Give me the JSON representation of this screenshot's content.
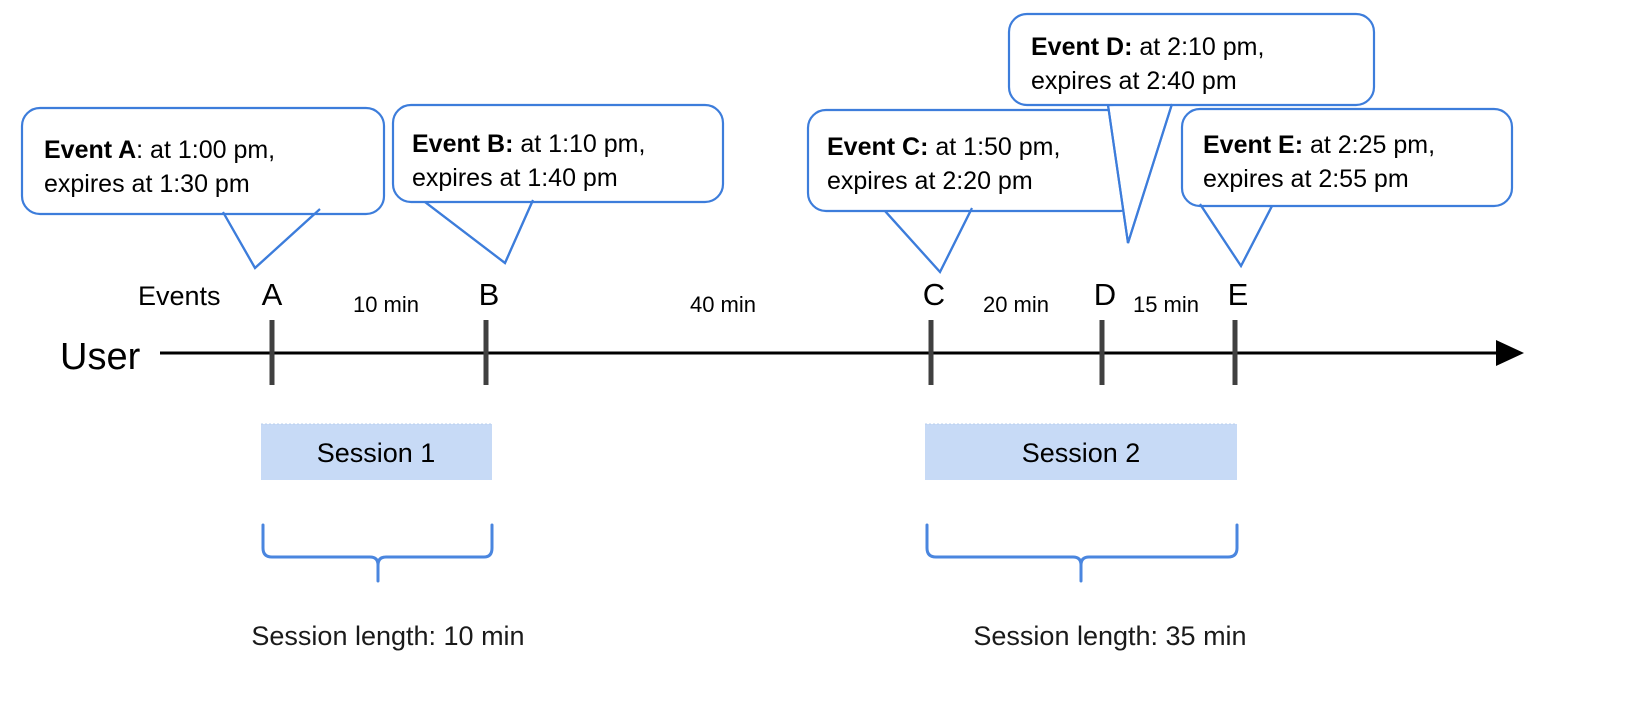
{
  "diagram": {
    "title": "User session timeline with events",
    "colors": {
      "callout_stroke": "#3d7ddb",
      "session_fill": "#c7daf6",
      "brace_stroke": "#4a86df",
      "axis": "#000000",
      "tick": "#404040",
      "background": "#ffffff"
    },
    "row_labels": {
      "user": "User",
      "events": "Events"
    },
    "callouts": [
      {
        "id": "event-a",
        "lead": "Event A",
        "separator": ":",
        "line1_rest": " at 1:00 pm,",
        "line2": "expires at 1:30 pm",
        "event_time": "1:00 pm",
        "expiry_time": "1:30 pm"
      },
      {
        "id": "event-b",
        "lead": "Event B",
        "separator": ":",
        "line1_rest": " at 1:10 pm,",
        "line2": "expires at 1:40 pm",
        "event_time": "1:10 pm",
        "expiry_time": "1:40 pm"
      },
      {
        "id": "event-c",
        "lead": "Event C",
        "separator": ":",
        "line1_rest": " at 1:50 pm,",
        "line2": "expires at 2:20 pm",
        "event_time": "1:50 pm",
        "expiry_time": "2:20 pm"
      },
      {
        "id": "event-d",
        "lead": "Event D",
        "separator": ":",
        "line1_rest": " at 2:10 pm,",
        "line2": "expires at 2:40 pm",
        "event_time": "2:10 pm",
        "expiry_time": "2:40 pm"
      },
      {
        "id": "event-e",
        "lead": "Event E",
        "separator": ":",
        "line1_rest": " at 2:25 pm,",
        "line2": "expires at 2:55 pm",
        "event_time": "2:25 pm",
        "expiry_time": "2:55 pm"
      }
    ],
    "events": [
      {
        "letter": "A",
        "time": "1:00 pm"
      },
      {
        "letter": "B",
        "time": "1:10 pm"
      },
      {
        "letter": "C",
        "time": "1:50 pm"
      },
      {
        "letter": "D",
        "time": "2:10 pm"
      },
      {
        "letter": "E",
        "time": "2:25 pm"
      }
    ],
    "gaps": [
      {
        "from": "A",
        "to": "B",
        "label": "10 min"
      },
      {
        "from": "B",
        "to": "C",
        "label": "40 min"
      },
      {
        "from": "C",
        "to": "D",
        "label": "20 min"
      },
      {
        "from": "D",
        "to": "E",
        "label": "15 min"
      }
    ],
    "sessions": [
      {
        "id": "session-1",
        "label": "Session 1",
        "length_label": "Session length: 10 min",
        "length_min": 10
      },
      {
        "id": "session-2",
        "label": "Session 2",
        "length_label": "Session length: 35 min",
        "length_min": 35
      }
    ]
  }
}
